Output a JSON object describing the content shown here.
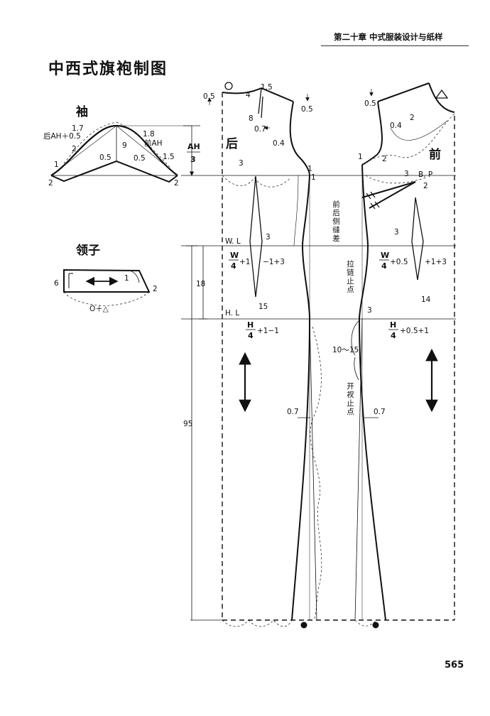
{
  "header": {
    "chapter": "第二十章   中式服装设计与纸样"
  },
  "title": "中西式旗袍制图",
  "page_number": "565",
  "sleeve": {
    "label": "袖",
    "back_ah": "后AH＋0.5",
    "front_ah": "前AH",
    "ah_num": "AH",
    "ah_den": "3",
    "m_1_7": "1.7",
    "m_1_8": "1.8",
    "m_2": "2",
    "m_9": "9",
    "m_0_5_left": "0.5",
    "m_0_5_right": "0.5",
    "m_1_5": "1.5",
    "m_1": "1",
    "m_2_left": "2",
    "m_2_right": "2"
  },
  "collar": {
    "label": "领子",
    "m_6": "6",
    "m_1": "1",
    "m_2": "2",
    "length": "O＋△"
  },
  "back": {
    "label": "后",
    "neck_05": "0.5",
    "neck_4": "4",
    "neck_15": "1.5",
    "dart_8": "8",
    "dart_07": "0.7",
    "shoulder_05": "0.5",
    "armhole_04": "0.4",
    "dart_3": "3",
    "side_1a": "1",
    "side_1b": "1",
    "waist_3": "3",
    "waist_line": "W. L",
    "waist_num": "W",
    "waist_den": "4",
    "waist_add": "+1",
    "waist_adj": "−1+3",
    "dart_15": "15",
    "hip_line": "H. L",
    "hip_num": "H",
    "hip_den": "4",
    "hip_add": "+1−1",
    "len_18": "18",
    "len_95": "95",
    "hem_07": "0.7"
  },
  "front": {
    "label": "前",
    "shoulder_05": "0.5",
    "neck_triangle": "△",
    "neck_2": "2",
    "armhole_04": "0.4",
    "side_1": "1",
    "side_2": "2",
    "bp_3": "3",
    "bp": "B. P",
    "bp_2": "2",
    "side_seam_diff": "前后侧缝差",
    "zipper_stop": "拉链止点",
    "zip_3": "3",
    "dart_3": "3",
    "waist_num": "W",
    "waist_den": "4",
    "waist_add": "+0.5",
    "waist_adj": "+1+3",
    "dart_14": "14",
    "slit_range": "10～15",
    "hip_num": "H",
    "hip_den": "4",
    "hip_add": "+0.5+1",
    "slit_stop": "开衩止点",
    "hem_07": "0.7"
  }
}
